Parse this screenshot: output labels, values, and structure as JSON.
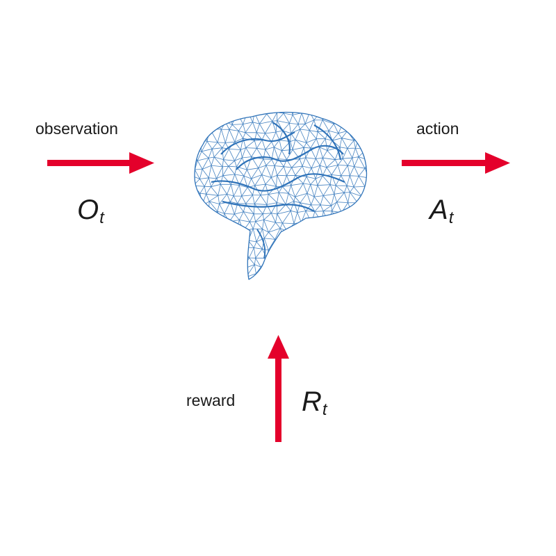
{
  "labels": {
    "observation": "observation",
    "action": "action",
    "reward": "reward"
  },
  "symbols": {
    "observation": {
      "main": "O",
      "sub": "t"
    },
    "action": {
      "main": "A",
      "sub": "t"
    },
    "reward": {
      "main": "R",
      "sub": "t"
    }
  },
  "icons": {
    "agent": "brain-wireframe-icon"
  },
  "colors": {
    "arrow": "#e4002b",
    "brain": "#2f73b9",
    "text": "#1a1a1a"
  }
}
